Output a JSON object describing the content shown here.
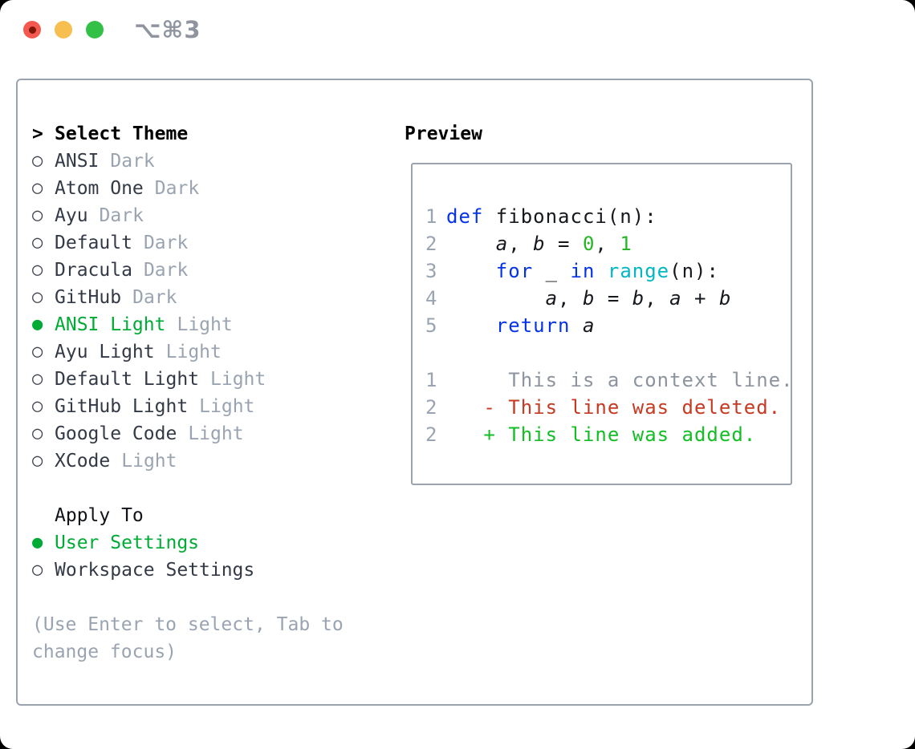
{
  "titlebar": {
    "shortcut": "⌥⌘3"
  },
  "icons": {
    "focus_caret": ">",
    "radio_selected": "●",
    "radio_unselected": "○"
  },
  "colors": {
    "selection_green": "#00ab35",
    "keyword_blue": "#0433e8",
    "number_green": "#25b624",
    "builtin_cyan": "#00b8c4",
    "deleted_red": "#c63a22",
    "added_green": "#12bd25",
    "muted_gray": "#9aa4b1",
    "border_gray": "#9aa3ae"
  },
  "theme_selector": {
    "title": "Select Theme",
    "themes": [
      {
        "name": "ANSI",
        "variant": "Dark",
        "selected": false
      },
      {
        "name": "Atom One",
        "variant": "Dark",
        "selected": false
      },
      {
        "name": "Ayu",
        "variant": "Dark",
        "selected": false
      },
      {
        "name": "Default",
        "variant": "Dark",
        "selected": false
      },
      {
        "name": "Dracula",
        "variant": "Dark",
        "selected": false
      },
      {
        "name": "GitHub",
        "variant": "Dark",
        "selected": false
      },
      {
        "name": "ANSI Light",
        "variant": "Light",
        "selected": true
      },
      {
        "name": "Ayu Light",
        "variant": "Light",
        "selected": false
      },
      {
        "name": "Default Light",
        "variant": "Light",
        "selected": false
      },
      {
        "name": "GitHub Light",
        "variant": "Light",
        "selected": false
      },
      {
        "name": "Google Code",
        "variant": "Light",
        "selected": false
      },
      {
        "name": "XCode",
        "variant": "Light",
        "selected": false
      }
    ],
    "apply_to": {
      "title": "Apply To",
      "options": [
        {
          "label": "User Settings",
          "selected": true
        },
        {
          "label": "Workspace Settings",
          "selected": false
        }
      ]
    },
    "help_lines": [
      "(Use Enter to select, Tab to",
      "change focus)"
    ]
  },
  "preview": {
    "title": "Preview",
    "code_lines": [
      {
        "num": "1",
        "segs": [
          {
            "t": "def",
            "c": "kw"
          },
          {
            "t": " fibonacci(n):",
            "c": "pl"
          }
        ]
      },
      {
        "num": "2",
        "segs": [
          {
            "t": "    ",
            "c": "pl"
          },
          {
            "t": "a",
            "c": "var"
          },
          {
            "t": ", ",
            "c": "pl"
          },
          {
            "t": "b",
            "c": "var"
          },
          {
            "t": " = ",
            "c": "pl"
          },
          {
            "t": "0",
            "c": "num"
          },
          {
            "t": ", ",
            "c": "pl"
          },
          {
            "t": "1",
            "c": "num"
          }
        ]
      },
      {
        "num": "3",
        "segs": [
          {
            "t": "    ",
            "c": "pl"
          },
          {
            "t": "for",
            "c": "kw"
          },
          {
            "t": " _ ",
            "c": "pl"
          },
          {
            "t": "in",
            "c": "kw"
          },
          {
            "t": " ",
            "c": "pl"
          },
          {
            "t": "range",
            "c": "cy"
          },
          {
            "t": "(n):",
            "c": "pl"
          }
        ]
      },
      {
        "num": "4",
        "segs": [
          {
            "t": "        ",
            "c": "pl"
          },
          {
            "t": "a",
            "c": "var"
          },
          {
            "t": ", ",
            "c": "pl"
          },
          {
            "t": "b",
            "c": "var"
          },
          {
            "t": " = ",
            "c": "pl"
          },
          {
            "t": "b",
            "c": "var"
          },
          {
            "t": ", ",
            "c": "pl"
          },
          {
            "t": "a",
            "c": "var"
          },
          {
            "t": " + ",
            "c": "pl"
          },
          {
            "t": "b",
            "c": "var"
          }
        ]
      },
      {
        "num": "5",
        "segs": [
          {
            "t": "    ",
            "c": "pl"
          },
          {
            "t": "return",
            "c": "kw"
          },
          {
            "t": " ",
            "c": "pl"
          },
          {
            "t": "a",
            "c": "var"
          }
        ]
      },
      {
        "num": "",
        "segs": []
      },
      {
        "num": "1",
        "segs": [
          {
            "t": "     This is a context line.",
            "c": "ctx"
          }
        ]
      },
      {
        "num": "2",
        "segs": [
          {
            "t": "   - This line was deleted.",
            "c": "del"
          }
        ]
      },
      {
        "num": "2",
        "segs": [
          {
            "t": "   + This line was added.",
            "c": "add"
          }
        ]
      }
    ]
  }
}
